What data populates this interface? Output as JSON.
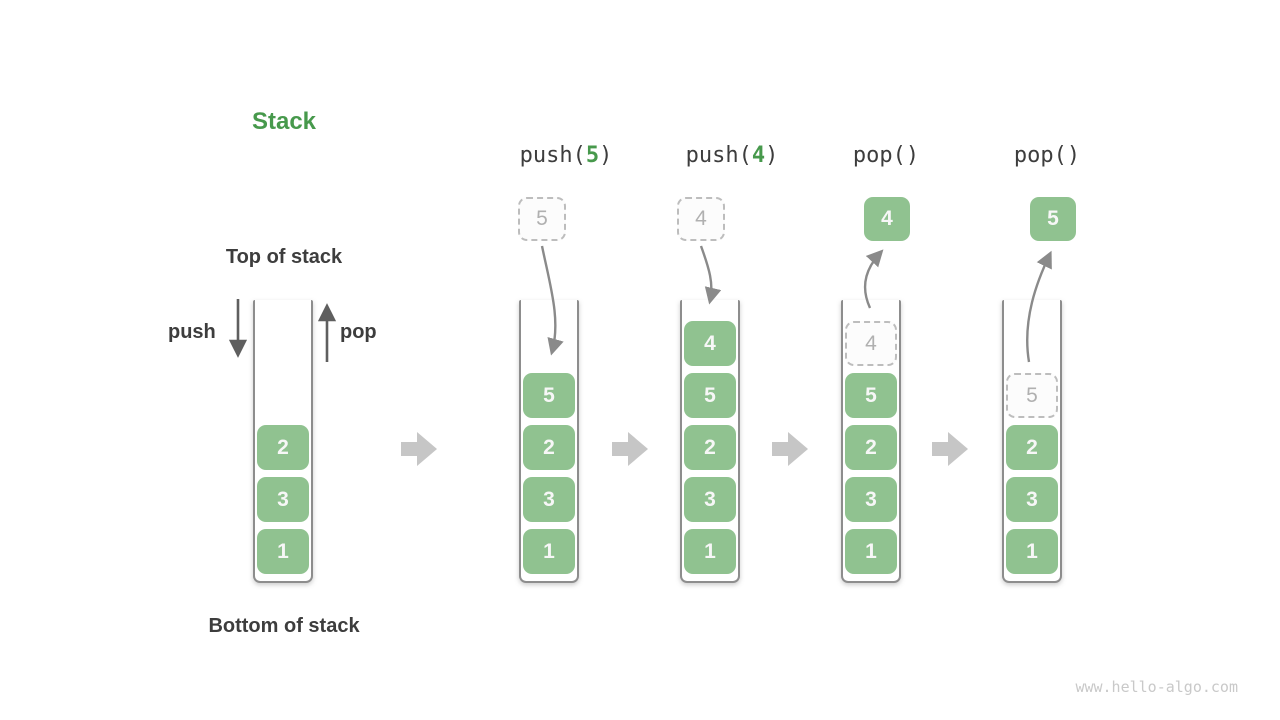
{
  "page": {
    "watermark": "www.hello-algo.com"
  },
  "colors": {
    "accent_green": "#47994c",
    "box_green": "#90c290",
    "box_text_white": "#f7f7f7",
    "dark_text": "#3d3d3d",
    "ghost_border": "#bdbdbd",
    "ghost_text": "#b0b0b0",
    "wall_gray": "#8d8d8d",
    "curve_arrow_gray": "#8a8a8a",
    "straight_arrow_gray": "#5f5f5f",
    "block_arrow_gray": "#c6c6c6"
  },
  "legend": {
    "title": "Stack",
    "top_label": "Top of stack",
    "bottom_label": "Bottom of stack",
    "push_label": "push",
    "pop_label": "pop"
  },
  "operations": [
    {
      "pre": "push(",
      "arg": "5",
      "post": ")"
    },
    {
      "pre": "push(",
      "arg": "4",
      "post": ")"
    },
    {
      "pre": "pop(",
      "arg": "",
      "post": ")"
    },
    {
      "pre": "pop(",
      "arg": "",
      "post": ")"
    }
  ],
  "stacks": [
    {
      "items": [
        "2",
        "3",
        "1"
      ]
    },
    {
      "pushed": "5",
      "items": [
        "5",
        "2",
        "3",
        "1"
      ]
    },
    {
      "pushed": "4",
      "items": [
        "4",
        "5",
        "2",
        "3",
        "1"
      ]
    },
    {
      "popped": "4",
      "ghost": "4",
      "items": [
        "5",
        "2",
        "3",
        "1"
      ]
    },
    {
      "popped": "5",
      "ghost": "5",
      "items": [
        "2",
        "3",
        "1"
      ]
    }
  ]
}
